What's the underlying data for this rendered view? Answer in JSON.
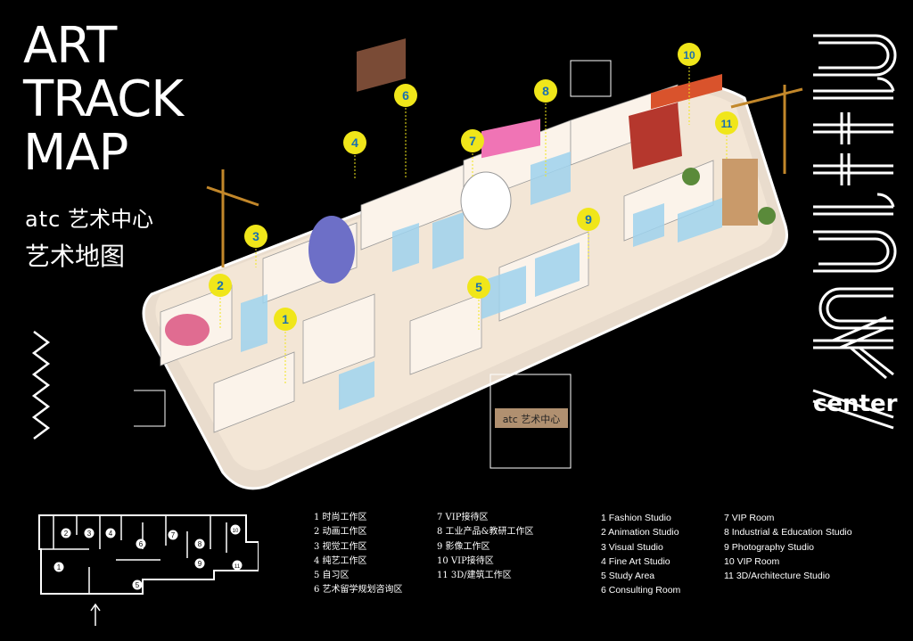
{
  "title_lines": [
    "ART",
    "TRACK",
    "MAP"
  ],
  "brand": {
    "logo": "atc",
    "name": "艺术中心"
  },
  "subtitle": "艺术地图",
  "side_logo": {
    "word": "arttrack",
    "center": "center"
  },
  "markers": [
    {
      "num": "1"
    },
    {
      "num": "2"
    },
    {
      "num": "3"
    },
    {
      "num": "4"
    },
    {
      "num": "5"
    },
    {
      "num": "6"
    },
    {
      "num": "7"
    },
    {
      "num": "8"
    },
    {
      "num": "9"
    },
    {
      "num": "10"
    },
    {
      "num": "11"
    }
  ],
  "map_sign": {
    "logo": "atc",
    "text": "艺术中心"
  },
  "floor_plan_numbers": [
    "1",
    "2",
    "3",
    "4",
    "5",
    "6",
    "7",
    "8",
    "9",
    "10",
    "11"
  ],
  "legend_zh_col1": [
    "1  时尚工作区",
    "2  动画工作区",
    "3  视觉工作区",
    "4  纯艺工作区",
    "5  自习区",
    "6  艺术留学规划咨询区"
  ],
  "legend_zh_col2": [
    "7    VIP接待区",
    "8    工业产品&教研工作区",
    "9    影像工作区",
    "10   VIP接待区",
    "11   3D/建筑工作区"
  ],
  "legend_en_col1": [
    "1 Fashion Studio",
    "2 Animation Studio",
    "3 Visual Studio",
    "4 Fine Art Studio",
    "5 Study Area",
    "6 Consulting Room"
  ],
  "legend_en_col2": [
    "7  VIP Room",
    "8  Industrial & Education Studio",
    "9  Photography Studio",
    "10 VIP Room",
    "11 3D/Architecture Studio"
  ],
  "colors": {
    "background": "#000000",
    "marker_fill": "#f0e61a",
    "marker_text": "#1a6fb0",
    "floor": "#f3e6d6",
    "wall": "#fbf3ea",
    "glass": "#9fd3ee",
    "crane": "#c2872a"
  }
}
